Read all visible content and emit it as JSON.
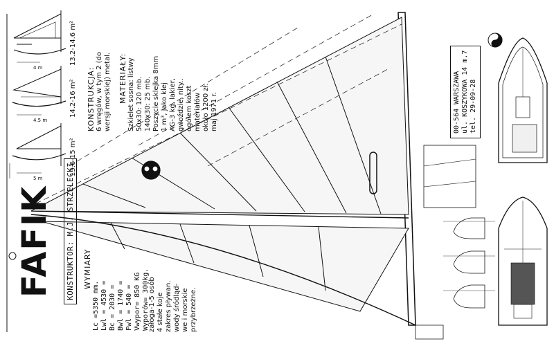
{
  "title": "FAFIK",
  "designer": "KONSTRUKTOR: M.J. STRZELECKI",
  "dimensions": {
    "heading": "WYMIARY",
    "lines": [
      "Lc =5350 mm.",
      "Lwl = 4530 =",
      "Bc = 2030 =",
      "Bwl = 1740 =",
      "Fwl = 540 =",
      "Vwypor= 850 KG",
      "Wyporów= 300kg."
    ]
  },
  "notes": [
    "załoga-1-5 osób",
    "4 stałe koje",
    "zakres pływan.",
    "wody śródląd-",
    "we i morskie",
    "przybrzeżne."
  ],
  "construction": {
    "heading": "KONSTRUKCJA:",
    "lines": [
      "6 wręgów, w tym 2 (do",
      "wersji morskiej) metal."
    ]
  },
  "materials": {
    "heading": "MATERIAŁY:",
    "lines": [
      "Szkielet sosna: listwy",
      "50x30: 120 mb.",
      "140x30: 25 mb.",
      "Poszycie sklejka 8mm",
      "1 m³, jako klej",
      "AG-3 kg, lakier,",
      "gwoździe, nity..",
      "ogółem koszt",
      "materiałów",
      "około 1200 zł.",
      "maj 1971 r."
    ]
  },
  "address": [
    "00-564 WARSZAWA",
    "ul. KOSZYKOWA 14 m.7",
    "tel. 29-09-28"
  ],
  "sail_areas": [
    "13.2-14.6 m²",
    "14.2-16 m²",
    "13.6-15 m²"
  ],
  "small_labels": [
    "4 m",
    "4.5 m",
    "5 m"
  ]
}
